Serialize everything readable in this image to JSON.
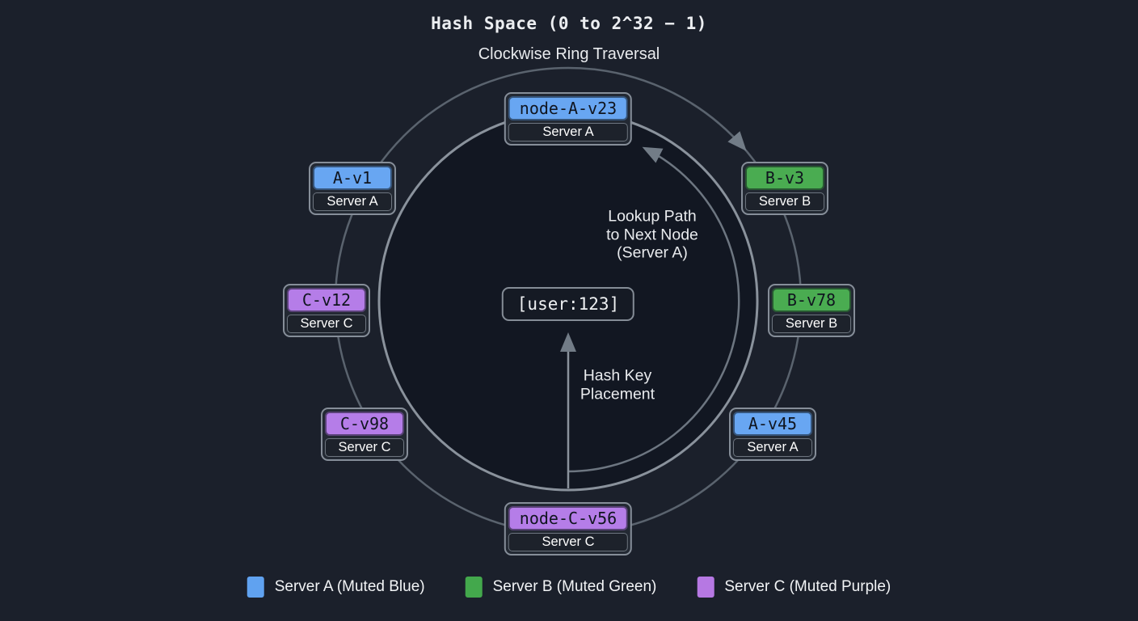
{
  "title": "Hash Space (0 to 2^32 − 1)",
  "subtitle": "Clockwise Ring Traversal",
  "center_key": {
    "label": "[user:123]"
  },
  "annotations": {
    "lookup_path": {
      "line1": "Lookup Path",
      "line2": "to Next Node",
      "line3": "(Server A)"
    },
    "hash_key": {
      "line1": "Hash Key",
      "line2": "Placement"
    }
  },
  "nodes": [
    {
      "id": "node-A-v23",
      "server": "Server A",
      "color": "#68a6f2"
    },
    {
      "id": "B-v3",
      "server": "Server B",
      "color": "#4aac51"
    },
    {
      "id": "B-v78",
      "server": "Server B",
      "color": "#4aac51"
    },
    {
      "id": "A-v45",
      "server": "Server A",
      "color": "#68a6f2"
    },
    {
      "id": "node-C-v56",
      "server": "Server C",
      "color": "#b57de8"
    },
    {
      "id": "C-v98",
      "server": "Server C",
      "color": "#b57de8"
    },
    {
      "id": "C-v12",
      "server": "Server C",
      "color": "#b57de8"
    },
    {
      "id": "A-v1",
      "server": "Server A",
      "color": "#68a6f2"
    }
  ],
  "legend": [
    {
      "label": "Server A (Muted Blue)",
      "color": "#60a2f0"
    },
    {
      "label": "Server B (Muted Green)",
      "color": "#43a84c"
    },
    {
      "label": "Server C (Muted Purple)",
      "color": "#b678e3"
    }
  ],
  "colors": {
    "bg": "#1b202b",
    "ringInner": "#121722",
    "ring": "#8a929c",
    "outerRing": "#5a636e",
    "arc": "#6d7681",
    "arrow": "#727c87"
  }
}
